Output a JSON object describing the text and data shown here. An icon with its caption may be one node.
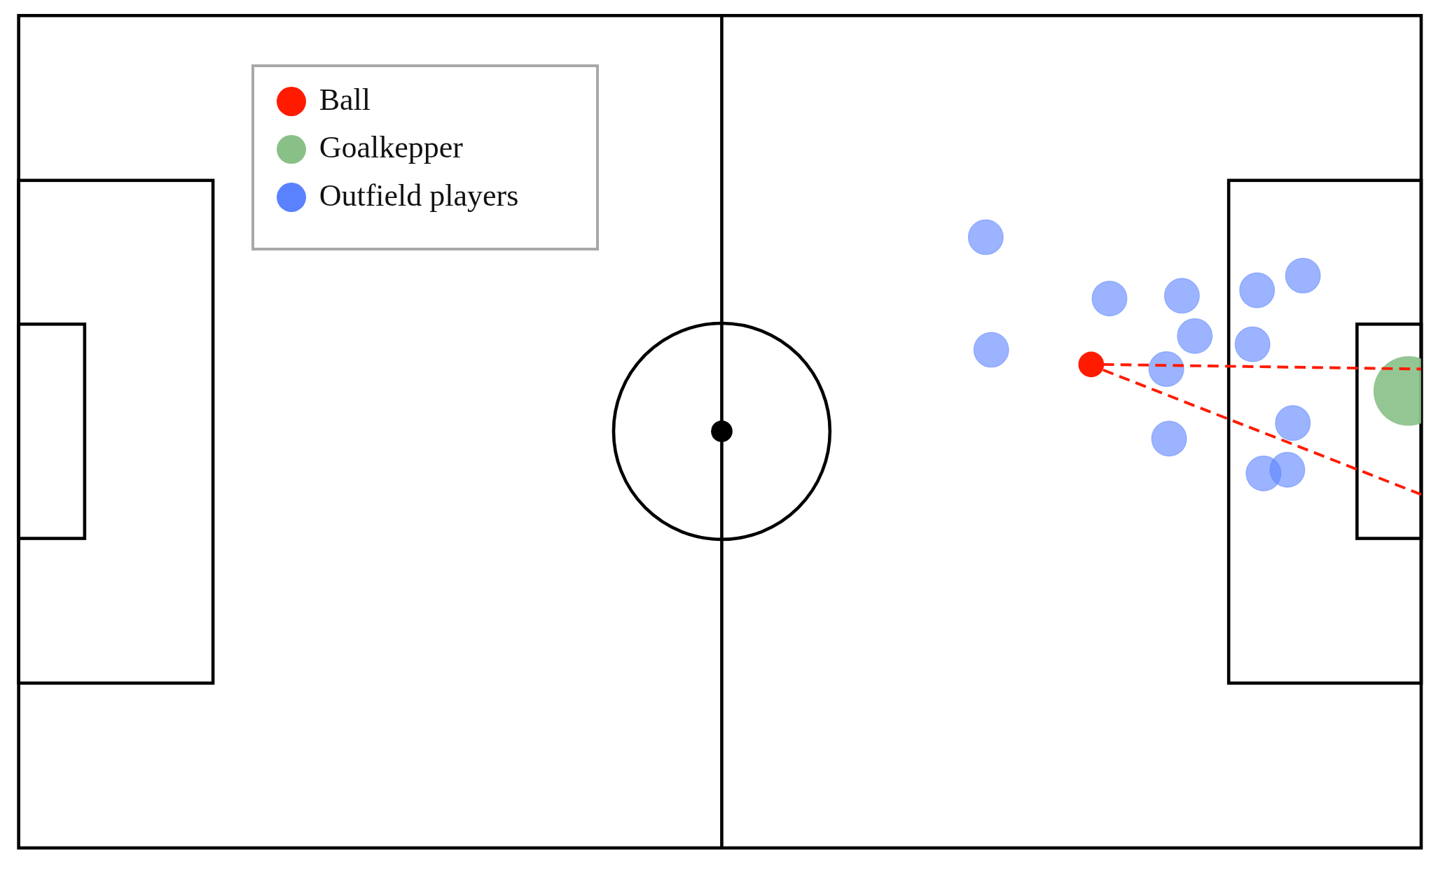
{
  "diagram": {
    "legend": [
      {
        "text": "Ball",
        "color": "#ff1a00"
      },
      {
        "text": "Goalkepper",
        "color": "#88c088"
      },
      {
        "text": "Outfield players",
        "color": "#5a82ff"
      }
    ]
  }
}
